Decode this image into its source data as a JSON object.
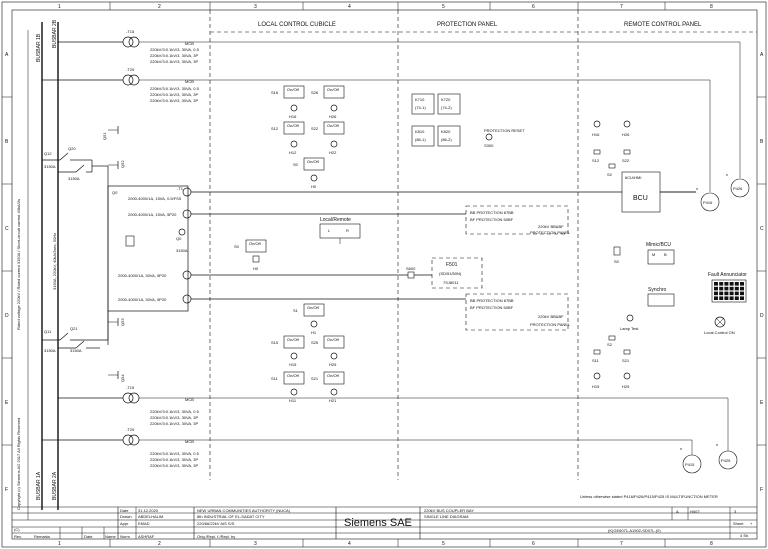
{
  "border": {
    "columns": [
      "1",
      "2",
      "3",
      "4",
      "5",
      "6",
      "7",
      "8"
    ],
    "rows": [
      "A",
      "B",
      "C",
      "D",
      "E",
      "F"
    ]
  },
  "sections": {
    "local": "LOCAL CONTROL CUBICLE",
    "protection": "PROTECTION PANEL",
    "remote": "REMOTE CONTROL PANEL"
  },
  "busbars": {
    "top_1b": "BUSBAR 1B",
    "top_2b": "BUSBAR 2B",
    "bot_1a": "BUSBAR 1A",
    "bot_2a": "BUSBAR 2A",
    "bay_label": "3150A, 220kV, 40kA/3sec, 50Hz"
  },
  "side_notes": {
    "copyright": "Copyright (c) Siemens AG 2017 All Rights Reserved",
    "note_block": "Rated voltage 220kV / Rated current 3150A / Short-circuit current 40kA/3s"
  },
  "vts": [
    {
      "id": "-T15",
      "mcb": "MCB",
      "l1": "220kV/3:0.1kV/3, 30VA, 0.5",
      "l2": "220kV/3:0.1kV/3, 30VA, 3P",
      "l3": "220kV/3:0.1kV/3, 30VA, 3P"
    },
    {
      "id": "-T20",
      "mcb": "MCB",
      "l1": "220kV/3:0.1kV/3, 30VA, 0.5",
      "l2": "220kV/3:0.1kV/3, 30VA, 3P",
      "l3": "220kV/3:0.1kV/3, 30VA, 3P"
    },
    {
      "id": "-T15",
      "mcb": "MCB",
      "l1": "220kV/3:0.1kV/3, 30VA, 0.5",
      "l2": "220kV/3:0.1kV/3, 30VA, 3P",
      "l3": "220kV/3:0.1kV/3, 30VA, 3P"
    },
    {
      "id": "-T20",
      "mcb": "MCB",
      "l1": "220kV/3:0.1kV/3, 30VA, 0.5",
      "l2": "220kV/3:0.1kV/3, 30VA, 3P",
      "l3": "220kV/3:0.1kV/3, 30VA, 3P"
    }
  ],
  "switchgear": {
    "q12": "Q12",
    "q12r": "3150A",
    "q20": "Q20",
    "q20r": "3150A",
    "q11": "Q11",
    "q11r": "3150A",
    "q21": "Q21",
    "q21r": "3150A",
    "q0": "Q0",
    "q0r": "3150A",
    "q51": "Q51",
    "q52": "Q52",
    "q53": "Q53",
    "q54": "Q54"
  },
  "cts": [
    {
      "id": "-T1",
      "rating": "2000-4000/1A, 15VA, 0.5/FS5"
    },
    {
      "id": "-T2",
      "rating": "2000-4000/1A, 15VA, 5P20"
    },
    {
      "id": "-T3",
      "rating": "2000-4000/1A, 30VA, 5P20"
    },
    {
      "id": "-T4",
      "rating": "2000-4000/1A, 30VA, 5P20"
    }
  ],
  "local_switches": {
    "onoff": "On/Off",
    "upper": [
      {
        "sw": "S16",
        "h": "H16"
      },
      {
        "sw": "S26",
        "h": "H26"
      },
      {
        "sw": "S12",
        "h": "H12"
      },
      {
        "sw": "S22",
        "h": "H22"
      },
      {
        "sw": "S0",
        "h": "H0"
      }
    ],
    "local_remote": "Local/Remote",
    "lr_l": "L",
    "lr_r": "R",
    "mid": {
      "sw": "S0",
      "h": "H0"
    },
    "lower": [
      {
        "sw": "S1",
        "h": "H1"
      },
      {
        "sw": "S15",
        "h": "H15"
      },
      {
        "sw": "S25",
        "h": "H25"
      },
      {
        "sw": "S11",
        "h": "H11"
      },
      {
        "sw": "S21",
        "h": "H21"
      }
    ]
  },
  "protection": {
    "k710": "K710",
    "k710s": "(74-1)",
    "k720": "K720",
    "k720s": "(74-2)",
    "k810": "K810",
    "k810s": "(86-1)",
    "k820": "K820",
    "k820s": "(86-2)",
    "reset": "PROTECTION RESET",
    "s300": "S300",
    "panel1_l1": "BB PROTECTION 87BB",
    "panel1_l2": "BF PROTECTION 50BF",
    "panel1_l3": "220kV BB&BF",
    "panel1_l4": "PROTECTION PANEL",
    "f501": "F501",
    "f501a": "(SD/51/50N)",
    "f501b": "7SJ8011",
    "s600": "S600",
    "panel2_l1": "BB PROTECTION 87BB",
    "panel2_l2": "BF PROTECTION 50BF",
    "panel2_l3": "220kV BB&BF",
    "panel2_l4": "PROTECTION PANEL"
  },
  "remote": {
    "bcu_id": "6CU/HMI",
    "bcu": "BCU",
    "p416": "P416",
    "p426": "P426",
    "p415": "P415",
    "p425": "P425",
    "mimic": "Mimic/BCU",
    "mimic_m": "M",
    "mimic_b": "B",
    "s0": "S0",
    "synchro": "Synchro",
    "fault_ann": "Fault Annunciator",
    "lamp_test": "Lamp Test",
    "local_ctrl": "Local Control ON",
    "sw": [
      {
        "s": "H16"
      },
      {
        "s": "H26"
      },
      {
        "s": "S12"
      },
      {
        "s": "S22"
      },
      {
        "s": "S2"
      },
      {
        "s": "S2"
      },
      {
        "s": "S11"
      },
      {
        "s": "S21"
      },
      {
        "s": "H15"
      },
      {
        "s": "H25"
      }
    ],
    "note": "Unless otherwise stated P416/P426/P415/P425 IS MULTIFUNCTION METER",
    "star": "*"
  },
  "title_block": {
    "date_lbl": "Date",
    "date": "31.12.2020",
    "drawn_lbl": "Drawn",
    "drawn": "ABDELHALIM",
    "appr_lbl": "Appr",
    "appr": "EMAD",
    "name_lbl": "Name",
    "norm_lbl": "Norm",
    "norm": "ASHRAF",
    "project_1": "NEW URBAN COMMUNITIES AUTHORITY (NUCA)",
    "project_2": "8th INDUSTRIAL OF EL-SADAT CITY",
    "project_3": "220/66/22kV AIS S/S",
    "orig": "Orig./Repl. f./Repl. by",
    "company": "Siemens SAE",
    "title_1": "220kV BUS COUPLER BAY",
    "title_2": "SINGLE LINE DIAGRAM",
    "doc_no": "(K)GE6071-A1902-SD07L-(0)",
    "code_a": "A",
    "code_h": "H007",
    "code_3": "3",
    "sheet_lbl": "Sheet",
    "sheet": "+",
    "sh_lbl": "4 Sh.",
    "rev_c": "(C)",
    "rev_lbl": "Rev.",
    "remarks_lbl": "Remarks",
    "date2_lbl": "Date"
  }
}
